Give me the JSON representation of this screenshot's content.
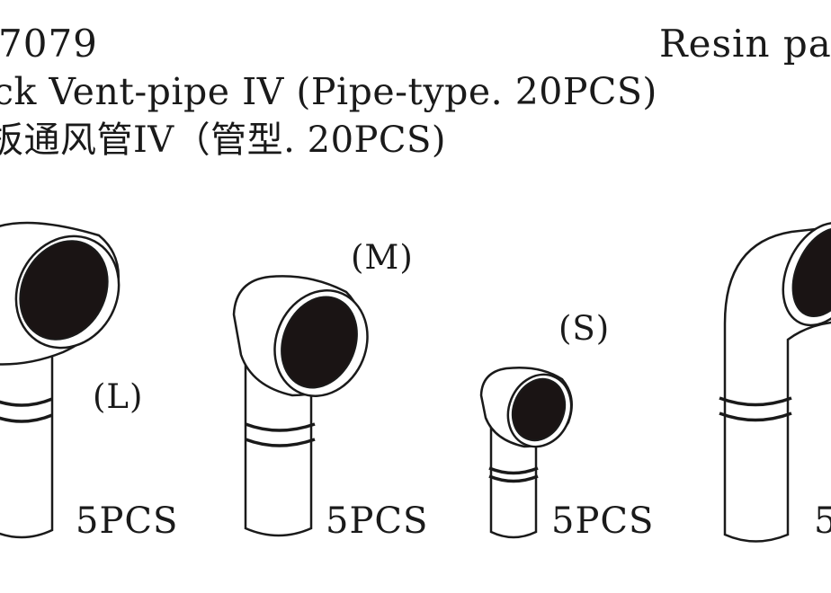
{
  "header": {
    "code": "7079",
    "category": "Resin pa",
    "title_en": "ck Vent-pipe IV (Pipe-type. 20PCS)",
    "title_cn": "板通风管IV（管型. 20PCS)"
  },
  "parts": [
    {
      "size_label": "(L)",
      "quantity": "5PCS"
    },
    {
      "size_label": "(M)",
      "quantity": "5PCS"
    },
    {
      "size_label": "(S)",
      "quantity": "5PCS"
    },
    {
      "size_label": "",
      "quantity": "5"
    }
  ],
  "colors": {
    "ink": "#1a1a1a",
    "opening": "#1a1414",
    "background": "#ffffff"
  }
}
